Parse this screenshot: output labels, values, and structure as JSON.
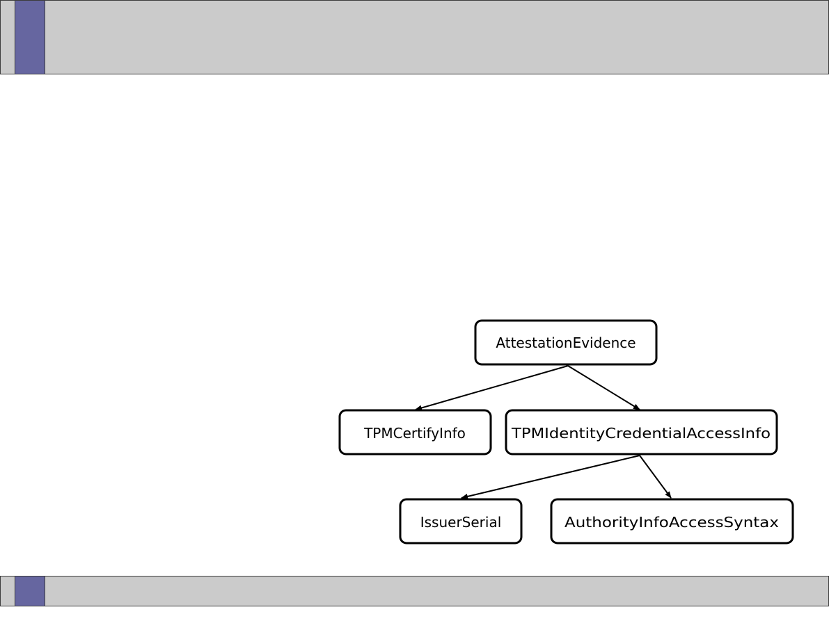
{
  "colors": {
    "accent": "#6666a0",
    "bar": "#cbcbcb",
    "border": "#3c3c3c"
  },
  "diagram": {
    "nodes": [
      {
        "id": "attestation-evidence",
        "label": "AttestationEvidence"
      },
      {
        "id": "tpm-certify-info",
        "label": "TPMCertifyInfo"
      },
      {
        "id": "tpm-identity-credential-access-info",
        "label": "TPMIdentityCredentialAccessInfo"
      },
      {
        "id": "issuer-serial",
        "label": "IssuerSerial"
      },
      {
        "id": "authority-info-access-syntax",
        "label": "AuthorityInfoAccessSyntax"
      }
    ],
    "edges": [
      {
        "from": "attestation-evidence",
        "to": "tpm-certify-info"
      },
      {
        "from": "attestation-evidence",
        "to": "tpm-identity-credential-access-info"
      },
      {
        "from": "tpm-identity-credential-access-info",
        "to": "issuer-serial"
      },
      {
        "from": "tpm-identity-credential-access-info",
        "to": "authority-info-access-syntax"
      }
    ]
  }
}
